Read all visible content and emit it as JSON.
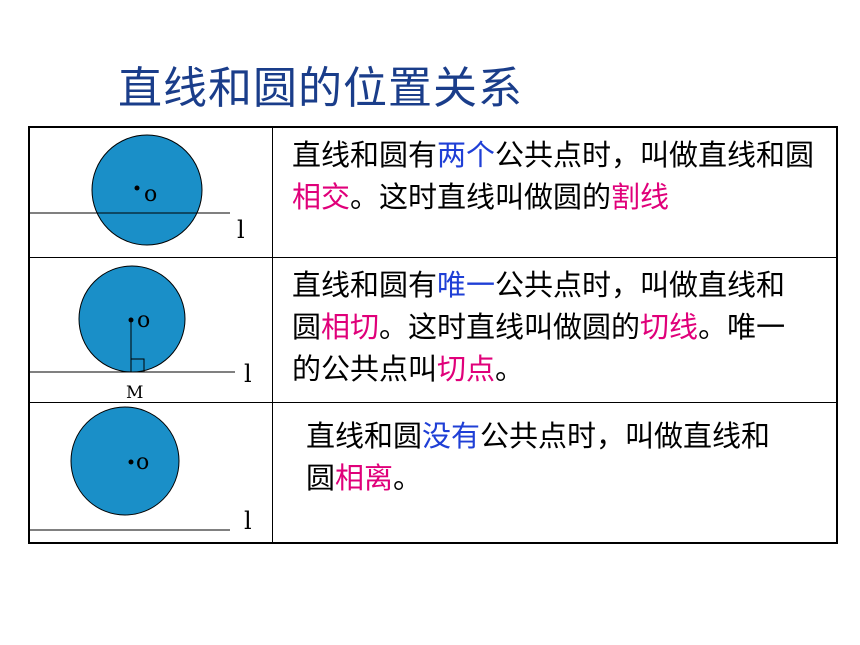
{
  "title": "直线和圆的位置关系",
  "colors": {
    "title": "#1a3d8a",
    "circle": "#1a8fc8",
    "highlight_blue": "#1f3fd6",
    "highlight_magenta": "#e0007a"
  },
  "rows": [
    {
      "figure": {
        "center_label": "o",
        "line_label": "l"
      },
      "text": [
        {
          "t": "直线和圆有",
          "c": "plain"
        },
        {
          "t": "两个",
          "c": "blue"
        },
        {
          "t": "公共点时，叫做直线和圆",
          "c": "plain"
        },
        {
          "t": "相交",
          "c": "mag"
        },
        {
          "t": "。这时直线叫做圆的",
          "c": "plain"
        },
        {
          "t": "割线",
          "c": "mag"
        }
      ]
    },
    {
      "figure": {
        "center_label": "o",
        "line_label": "l",
        "point_label": "M"
      },
      "text": [
        {
          "t": "直线和圆有",
          "c": "plain"
        },
        {
          "t": "唯一",
          "c": "blue"
        },
        {
          "t": "公共点时，叫做直线和圆",
          "c": "plain"
        },
        {
          "t": "相切",
          "c": "mag"
        },
        {
          "t": "。这时直线叫做圆的",
          "c": "plain"
        },
        {
          "t": "切线",
          "c": "mag"
        },
        {
          "t": "。唯一的公共点叫",
          "c": "plain"
        },
        {
          "t": "切点",
          "c": "mag"
        },
        {
          "t": "。",
          "c": "plain"
        }
      ]
    },
    {
      "figure": {
        "center_label": "o",
        "line_label": "l"
      },
      "text": [
        {
          "t": "直线和圆",
          "c": "plain"
        },
        {
          "t": "没有",
          "c": "blue"
        },
        {
          "t": "公共点时，叫做直线和圆",
          "c": "plain"
        },
        {
          "t": "相离",
          "c": "mag"
        },
        {
          "t": "。",
          "c": "plain"
        }
      ]
    }
  ]
}
